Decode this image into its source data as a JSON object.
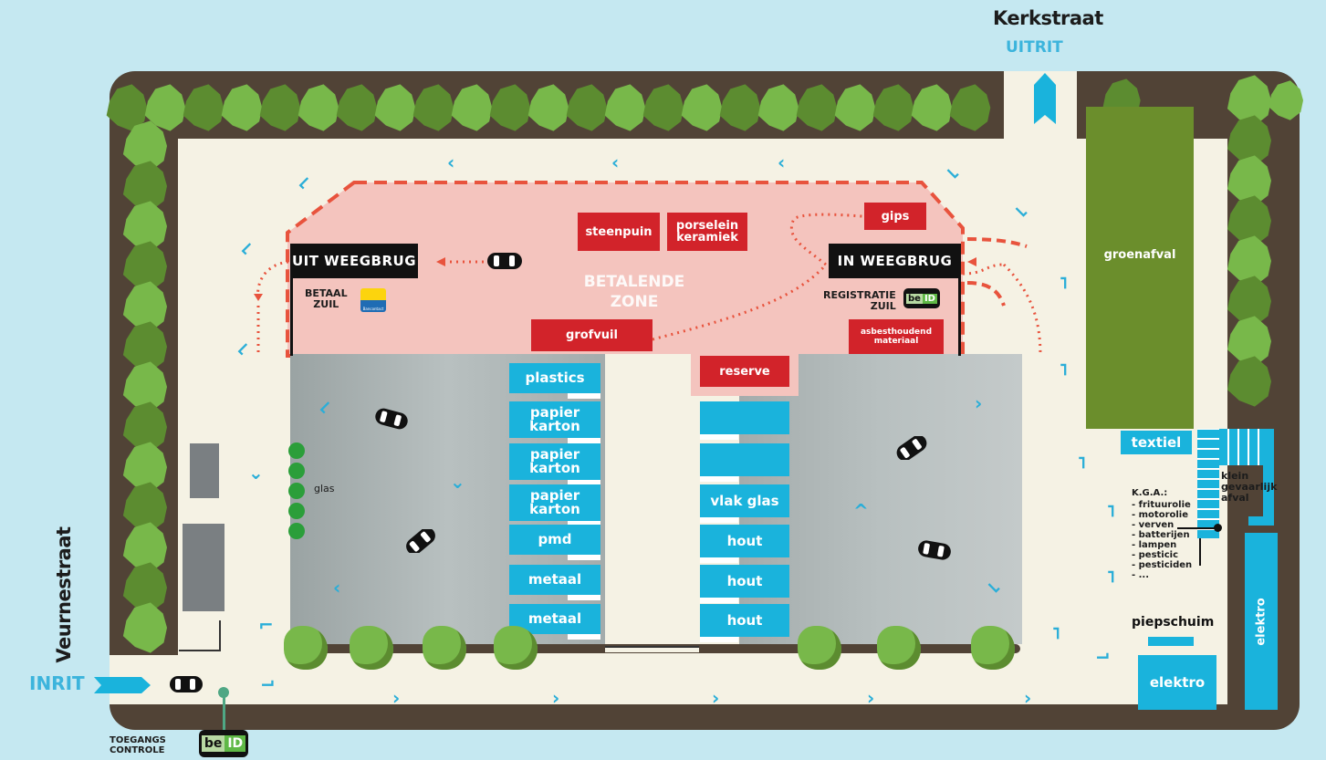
{
  "streets": {
    "top": "Kerkstraat",
    "left": "Veurnestraat"
  },
  "entrance": {
    "label": "INRIT"
  },
  "exit": {
    "label": "UITRIT"
  },
  "access_control": {
    "line1": "TOEGANGS",
    "line2": "CONTROLE"
  },
  "zone": {
    "line1": "BETALENDE",
    "line2": "ZONE"
  },
  "weighbridges": {
    "out": "UIT WEEGBRUG",
    "in": "IN WEEGBRUG"
  },
  "pay_column": {
    "line1": "BETAAL",
    "line2": "ZUIL"
  },
  "registration_column": {
    "line1": "REGISTRATIE",
    "line2": "ZUIL"
  },
  "badges": {
    "beid": "be",
    "beid_suffix": "ID",
    "bancontact": "Bancontact"
  },
  "paid_items": {
    "steenpuin": "steenpuin",
    "porselein_line1": "porselein",
    "porselein_line2": "keramiek",
    "gips": "gips",
    "grofvuil": "grofvuil",
    "asbest_line1": "asbesthoudend",
    "asbest_line2": "materiaal",
    "reserve": "reserve"
  },
  "containers_left": [
    {
      "line1": "plastics",
      "line2": ""
    },
    {
      "line1": "papier",
      "line2": "karton"
    },
    {
      "line1": "papier",
      "line2": "karton"
    },
    {
      "line1": "papier",
      "line2": "karton"
    },
    {
      "line1": "pmd",
      "line2": ""
    },
    {
      "line1": "metaal",
      "line2": ""
    },
    {
      "line1": "metaal",
      "line2": ""
    }
  ],
  "containers_right": [
    {
      "label": ""
    },
    {
      "label": ""
    },
    {
      "label": "vlak glas"
    },
    {
      "label": "hout"
    },
    {
      "label": "hout"
    },
    {
      "label": "hout"
    }
  ],
  "glas": "glas",
  "groenafval": "groenafval",
  "textiel": "textiel",
  "kga": {
    "title": "K.G.A.:",
    "items": [
      "- frituurolie",
      "- motorolie",
      "- verven",
      "- batterijen",
      "- lampen",
      "- pesticic",
      "- pesticiden",
      "- ..."
    ]
  },
  "klein_gevaarlijk": {
    "line1": "klein",
    "line2": "gevaarlijk",
    "line3": "afval"
  },
  "piepschuim": "piepschuim",
  "elektro_bottom": "elektro",
  "elektro_side": "elektro",
  "colors": {
    "bg": "#c5e8f1",
    "road": "#514336",
    "ground": "#f5f2e4",
    "tree_light": "#78b84a",
    "tree_dark": "#5c8c30",
    "container": "#1ab3dc",
    "red": "#d2232a",
    "paid_zone": "#f4c4be"
  }
}
